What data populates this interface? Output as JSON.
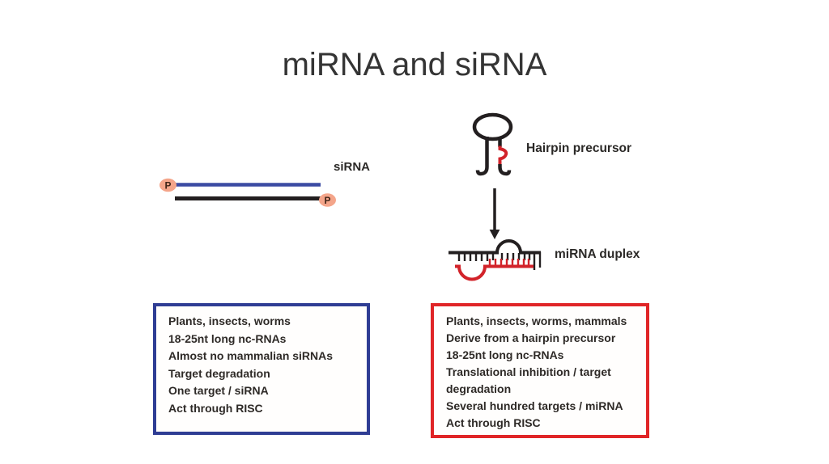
{
  "title": "miRNA and siRNA",
  "colors": {
    "blue": "#2f3d94",
    "red": "#e02527",
    "art-red": "#d2232a",
    "salmon": "#f4a58a",
    "ink": "#231f20",
    "text": "#2e2a27"
  },
  "sirna_diagram": {
    "label": "siRNA",
    "phosphate_left": "P",
    "phosphate_right": "P"
  },
  "mirna_diagram": {
    "hairpin_label": "Hairpin precursor",
    "duplex_label": "miRNA duplex"
  },
  "sirna_box": {
    "lines": [
      "Plants, insects, worms",
      "18-25nt long nc-RNAs",
      "Almost no mammalian siRNAs",
      "Target degradation",
      "One target / siRNA",
      "Act through RISC"
    ]
  },
  "mirna_box": {
    "lines": [
      "Plants, insects, worms, mammals",
      "Derive from a hairpin precursor",
      "18-25nt long nc-RNAs",
      "Translational inhibition / target degradation",
      "Several hundred targets / miRNA",
      "Act through RISC"
    ]
  }
}
